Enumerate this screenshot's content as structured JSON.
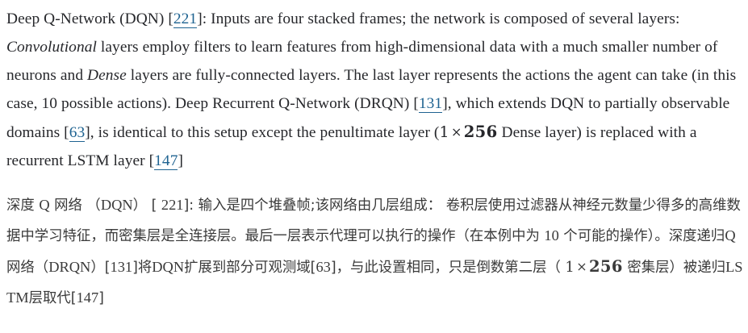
{
  "document": {
    "background_color": "#ffffff",
    "text_color": "#26272b",
    "link_color": "#1f6391"
  },
  "source_paragraph": {
    "language": "en",
    "s1": "Deep Q-Network (DQN) [",
    "cite_221": "221",
    "s2": "]: Inputs are four stacked frames; the network is composed of several layers: ",
    "em_convolutional": "Convolutional",
    "s3": " layers employ filters to learn features from high-dimensional data with a much smaller number of neurons and ",
    "em_dense": "Dense",
    "s4": " layers are fully-connected layers. The last layer represents the actions the agent can take (in this case, 10 possible actions). Deep Recurrent Q-Network (DRQN) [",
    "cite_131": "131",
    "s5": "], which extends DQN to partially observable domains [",
    "cite_63": "63",
    "s6": "], is identical to this setup except the penultimate layer (",
    "math_one": "1",
    "math_times": "×",
    "math_256": "256",
    "s7": " Dense layer) is replaced with a recurrent LSTM layer [",
    "cite_147": "147",
    "s8": "]"
  },
  "translated_paragraph": {
    "language": "zh",
    "t1": "深度 ",
    "latin_q": "Q",
    "t2": " 网络 （",
    "latin_dqn": "DQN",
    "t3": "） [ ",
    "latin_221": "221",
    "t4": "]: 输入是四个堆叠帧;该网络由几层组成： 卷积层使用过滤器从神经元数量少得多的高维数据中学习特征，而密集层是全连接层。最后一层表示代理可以执行的操作（在本例中为 ",
    "latin_10": "10",
    "t5": " 个可能的操作）。深度递归",
    "latin_q2": "Q",
    "t6": "网络（",
    "latin_drqn": "DRQN",
    "t7": "）[",
    "latin_131": "131",
    "t8": "]将",
    "latin_dqn2": "DQN",
    "t9": "扩展到部分可观测域[",
    "latin_63": "63",
    "t10": "]，与此设置相同，只是倒数第二层（ ",
    "math_one": "1",
    "math_times": "×",
    "math_256": "256",
    "t11": " 密集层）被递归",
    "latin_lstm": "LSTM",
    "t12": "层取代[",
    "latin_147": "147",
    "t13": "]"
  }
}
